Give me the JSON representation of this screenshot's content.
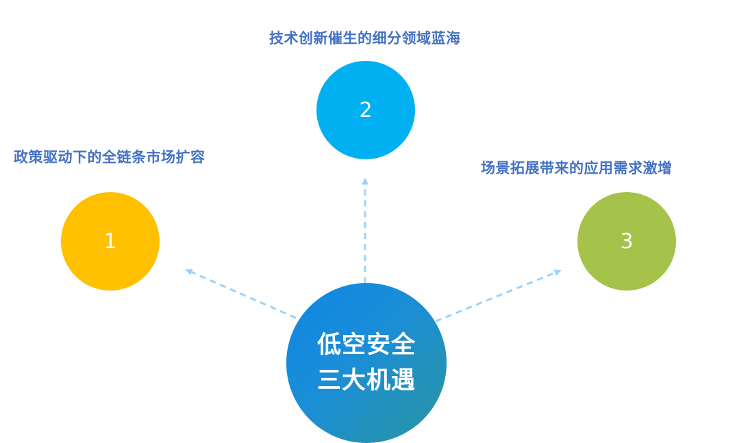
{
  "center": {
    "line1": "低空安全",
    "line2": "三大机遇",
    "gradient": [
      "#0e87e6",
      "#2a95a0"
    ]
  },
  "opportunities": [
    {
      "number": "1",
      "label": "政策驱动下的全链条市场扩容",
      "color": "#ffc000"
    },
    {
      "number": "2",
      "label": "技术创新催生的细分领域蓝海",
      "color": "#00b0f0"
    },
    {
      "number": "3",
      "label": "场景拓展带来的应用需求激增",
      "color": "#a5c24a"
    }
  ],
  "colors": {
    "label_text": "#4472c4",
    "connector": "#99d3fb"
  }
}
